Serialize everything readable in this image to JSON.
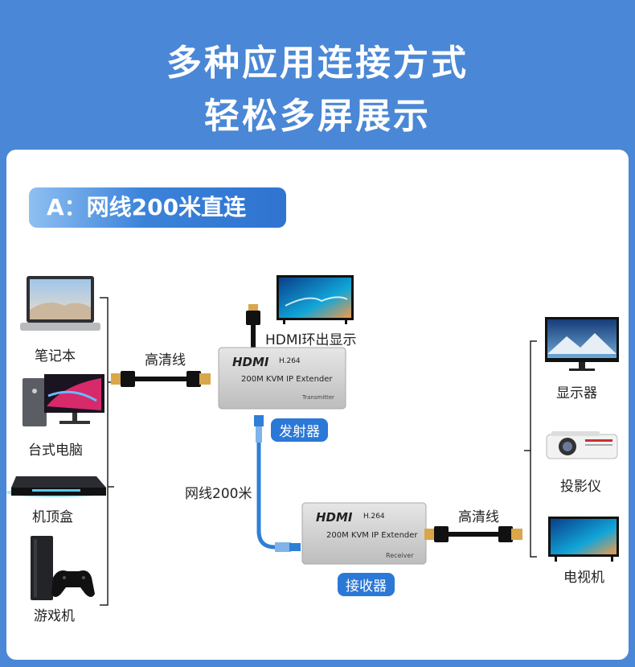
{
  "title_line1": "多种应用连接方式",
  "title_line2": "轻松多屏展示",
  "section_tag": "A：网线200米直连",
  "sources": {
    "laptop": "笔记本",
    "desktop": "台式电脑",
    "set_top_box": "机顶盒",
    "game_console": "游戏机"
  },
  "cables": {
    "hdmi_left": "高清线",
    "hdmi_right": "高清线",
    "network": "网线200米",
    "hdmi_loop": "HDMI环出显示"
  },
  "transmitter": {
    "brand": "HDMI",
    "codec": "H.264",
    "model": "200M KVM IP Extender",
    "type": "Transmitter",
    "label": "发射器"
  },
  "receiver": {
    "brand": "HDMI",
    "codec": "H.264",
    "model": "200M KVM IP Extender",
    "type": "Receiver",
    "label": "接收器"
  },
  "displays": {
    "monitor": "显示器",
    "projector": "投影仪",
    "tv": "电视机"
  }
}
